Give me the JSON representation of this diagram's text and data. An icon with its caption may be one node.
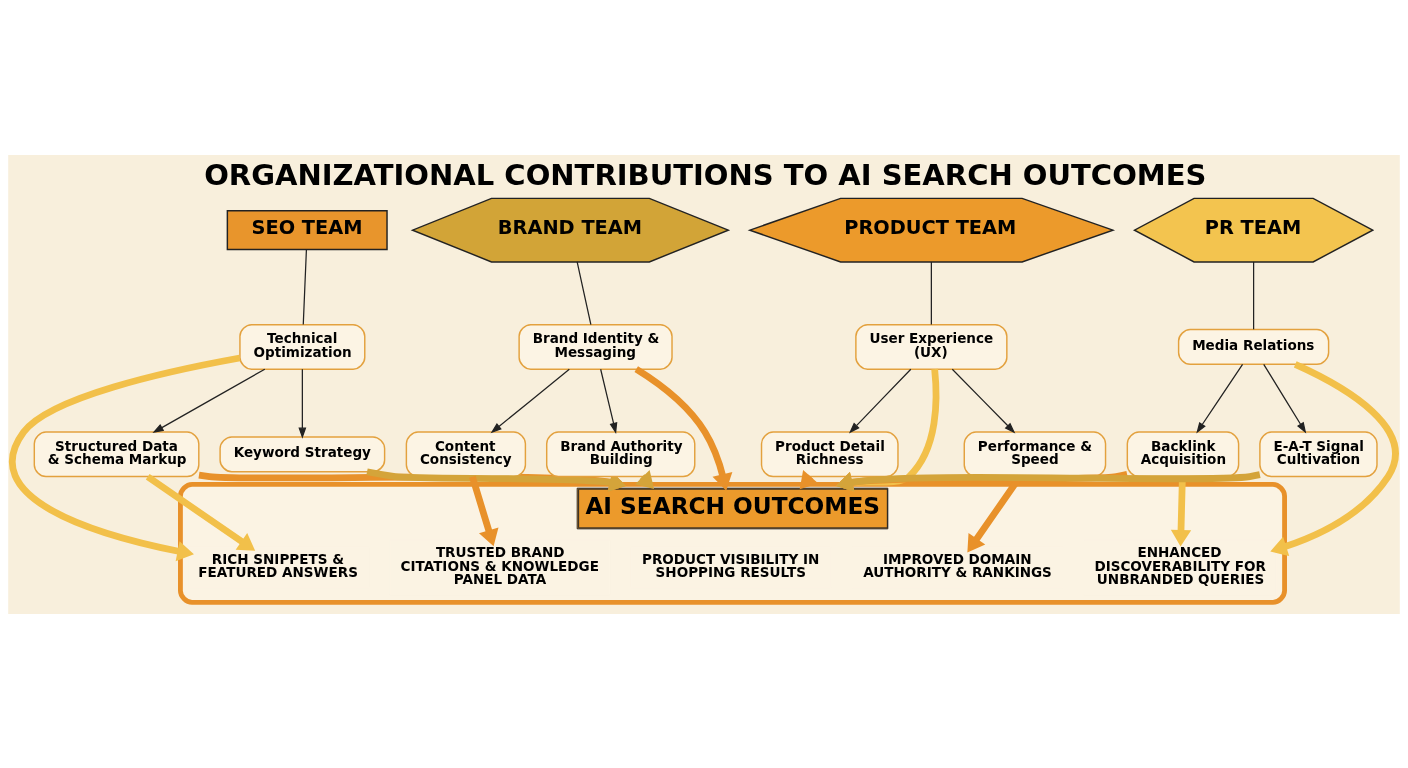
{
  "diagram": {
    "title": "ORGANIZATIONAL CONTRIBUTIONS TO AI SEARCH OUTCOMES",
    "nodes": [
      {
        "text": [
          "SEO TEAM"
        ]
      },
      {
        "text": [
          "Technical Optimization"
        ]
      },
      {
        "text": [
          "Structured Data & Schema Markup"
        ]
      },
      {
        "text": [
          "Keyword Strategy"
        ]
      },
      {
        "text": [
          "BRAND TEAM"
        ]
      },
      {
        "text": [
          "Brand Identity & Messaging"
        ]
      },
      {
        "text": [
          "Content Consistency"
        ]
      },
      {
        "text": [
          "Brand Authority Building"
        ]
      },
      {
        "text": [
          "PRODUCT TEAM"
        ]
      },
      {
        "text": [
          "User Experience (UX)"
        ]
      },
      {
        "text": [
          "Product Detail Richness"
        ]
      },
      {
        "text": [
          "Performance & Speed"
        ]
      },
      {
        "text": [
          "PR TEAM"
        ]
      },
      {
        "text": [
          "Media Relations"
        ]
      },
      {
        "text": [
          "Backlink Acquisition"
        ]
      },
      {
        "text": [
          "E-A-T Signal Cultivation"
        ]
      },
      {
        "text": [
          "AI SEARCH OUTCOMES"
        ]
      },
      {
        "text": [
          "RICH SNIPPETS & FEATURED ANSWERS"
        ],
        "in": 16
      },
      {
        "text": [
          "TRUSTED BRAND CITATIONS & KNOWLEDGE PANEL DATA"
        ],
        "in": 16
      },
      {
        "text": [
          "PRODUCT VISIBILITY IN SHOPPING RESULTS"
        ],
        "in": 16
      },
      {
        "text": [
          "IMPROVED DOMAIN AUTHORITY & RANKINGS"
        ],
        "in": 16
      },
      {
        "text": [
          "ENHANCED DISCOVERABILITY FOR UNBRANDED QUERIES"
        ],
        "in": 16
      }
    ],
    "edges": [
      {
        "from": 0,
        "to": 1,
        "arrow": "none"
      },
      {
        "from": 1,
        "to": 2,
        "arrow": "to"
      },
      {
        "from": 1,
        "to": 3,
        "arrow": "to"
      },
      {
        "from": 4,
        "to": 5,
        "arrow": "none"
      },
      {
        "from": 5,
        "to": 6,
        "arrow": "to"
      },
      {
        "from": 5,
        "to": 7,
        "arrow": "to"
      },
      {
        "from": 8,
        "to": 9,
        "arrow": "none"
      },
      {
        "from": 9,
        "to": 10,
        "arrow": "to"
      },
      {
        "from": 9,
        "to": 11,
        "arrow": "to"
      },
      {
        "from": 12,
        "to": 13,
        "arrow": "none"
      },
      {
        "from": 13,
        "to": 14,
        "arrow": "to"
      },
      {
        "from": 13,
        "to": 15,
        "arrow": "to"
      },
      {
        "from": 1,
        "to": 17,
        "arrow": "to",
        "color": "#f2c04a"
      },
      {
        "from": 2,
        "to": 17,
        "arrow": "to",
        "color": "#f2c04a"
      },
      {
        "from": 2,
        "to": 16,
        "arrow": "to",
        "color": "#e8912a"
      },
      {
        "from": 3,
        "to": 16,
        "arrow": "to",
        "color": "#d4a43a"
      },
      {
        "from": 5,
        "to": 16,
        "arrow": "to",
        "color": "#e8912a"
      },
      {
        "from": 6,
        "to": 18,
        "arrow": "to",
        "color": "#e8912a"
      },
      {
        "from": 7,
        "to": 16,
        "arrow": "to",
        "color": "#d4a43a"
      },
      {
        "from": 9,
        "to": 16,
        "arrow": "to",
        "color": "#f2c04a"
      },
      {
        "from": 10,
        "to": 16,
        "arrow": "to",
        "color": "#e8912a"
      },
      {
        "from": 11,
        "to": 20,
        "arrow": "to",
        "color": "#e8912a"
      },
      {
        "from": 14,
        "to": 16,
        "arrow": "to",
        "color": "#e8912a"
      },
      {
        "from": 14,
        "to": 21,
        "arrow": "to",
        "color": "#f2c04a"
      },
      {
        "from": 13,
        "to": 21,
        "arrow": "to",
        "color": "#f2c04a"
      },
      {
        "from": 15,
        "to": 16,
        "arrow": "to",
        "color": "#d4a43a"
      }
    ]
  }
}
